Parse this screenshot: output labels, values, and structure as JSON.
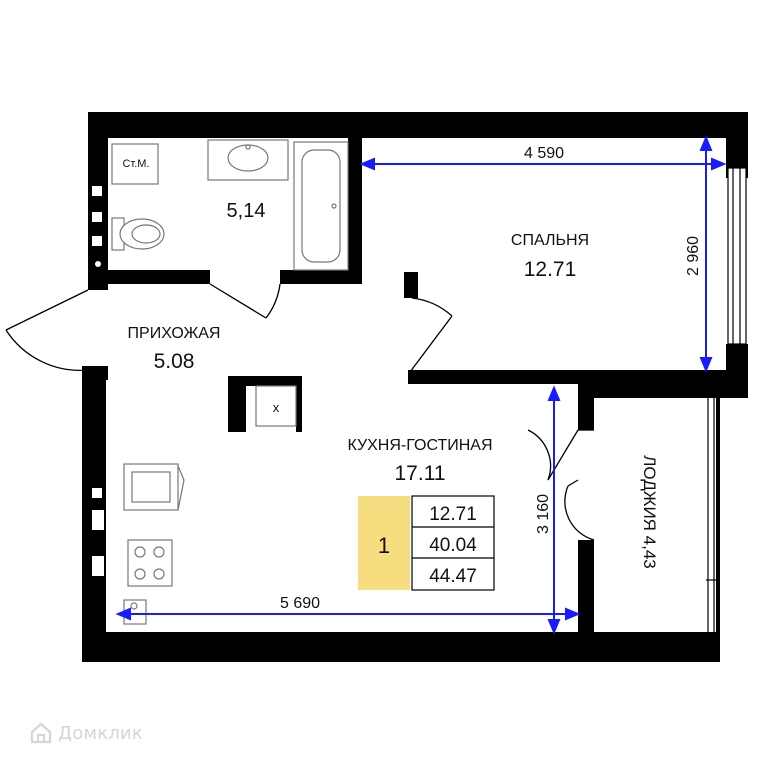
{
  "rooms": {
    "bathroom": {
      "area": "5,14",
      "closet_label": "Ст.М."
    },
    "bedroom": {
      "name": "СПАЛЬНЯ",
      "area": "12.71"
    },
    "hallway": {
      "name": "ПРИХОЖАЯ",
      "area": "5.08"
    },
    "kitchen_living": {
      "name": "КУХНЯ-ГОСТИНАЯ",
      "area": "17.11"
    },
    "loggia": {
      "name_area": "ЛОДЖИЯ 4,43"
    },
    "shaft": {
      "mark": "x"
    }
  },
  "dimensions": {
    "bedroom_width": "4 590",
    "bedroom_depth": "2 960",
    "kitchen_width": "5 690",
    "kitchen_depth": "3 160"
  },
  "summary": {
    "rooms_count": "1",
    "living_area": "12.71",
    "total_area": "40.04",
    "total_area_with_loggia": "44.47"
  },
  "watermark": {
    "text": "Домклик"
  },
  "colors": {
    "wall": "#000000",
    "dimension_line": "#1a1aff",
    "badge_fill": "#f6dd7f"
  }
}
